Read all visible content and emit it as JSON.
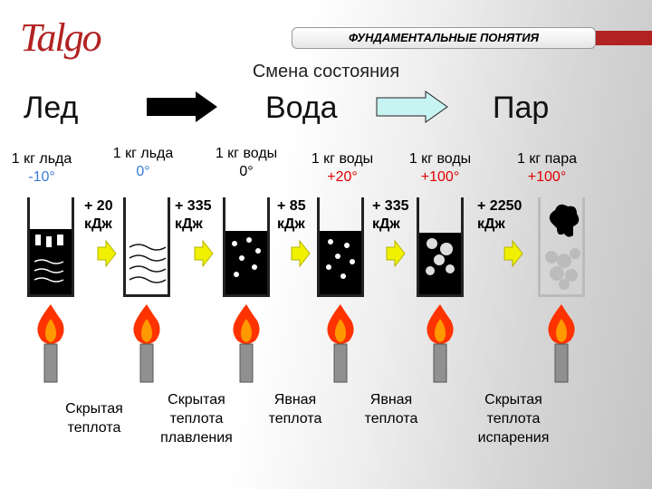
{
  "logo": "Talgo",
  "banner": "ФУНДАМЕНТАЛЬНЫЕ ПОНЯТИЯ",
  "subtitle": "Смена состояния",
  "states": {
    "ice": "Лед",
    "water": "Вода",
    "steam": "Пар"
  },
  "stages": [
    {
      "label": "1 кг льда",
      "temp": "-10°"
    },
    {
      "label": "1 кг льда",
      "temp": "0°"
    },
    {
      "label": "1 кг воды",
      "temp": "0°"
    },
    {
      "label": "1 кг воды",
      "temp": "+20°"
    },
    {
      "label": "1 кг воды",
      "temp": "+100°"
    },
    {
      "label": "1 кг пара",
      "temp": "+100°"
    }
  ],
  "energy": [
    {
      "value": "+ 20",
      "unit": "кДж"
    },
    {
      "value": "+ 335",
      "unit": "кДж"
    },
    {
      "value": "+ 85",
      "unit": "кДж"
    },
    {
      "value": "+ 335",
      "unit": "кДж"
    },
    {
      "value": "+ 2250",
      "unit": "кДж"
    }
  ],
  "captions": [
    {
      "l1": "Скрытая",
      "l2": "теплота",
      "l3": ""
    },
    {
      "l1": "Скрытая",
      "l2": "теплота",
      "l3": "плавления"
    },
    {
      "l1": "Явная",
      "l2": "теплота",
      "l3": ""
    },
    {
      "l1": "Явная",
      "l2": "теплота",
      "l3": ""
    },
    {
      "l1": "Скрытая",
      "l2": "теплота",
      "l3": "испарения"
    }
  ]
}
